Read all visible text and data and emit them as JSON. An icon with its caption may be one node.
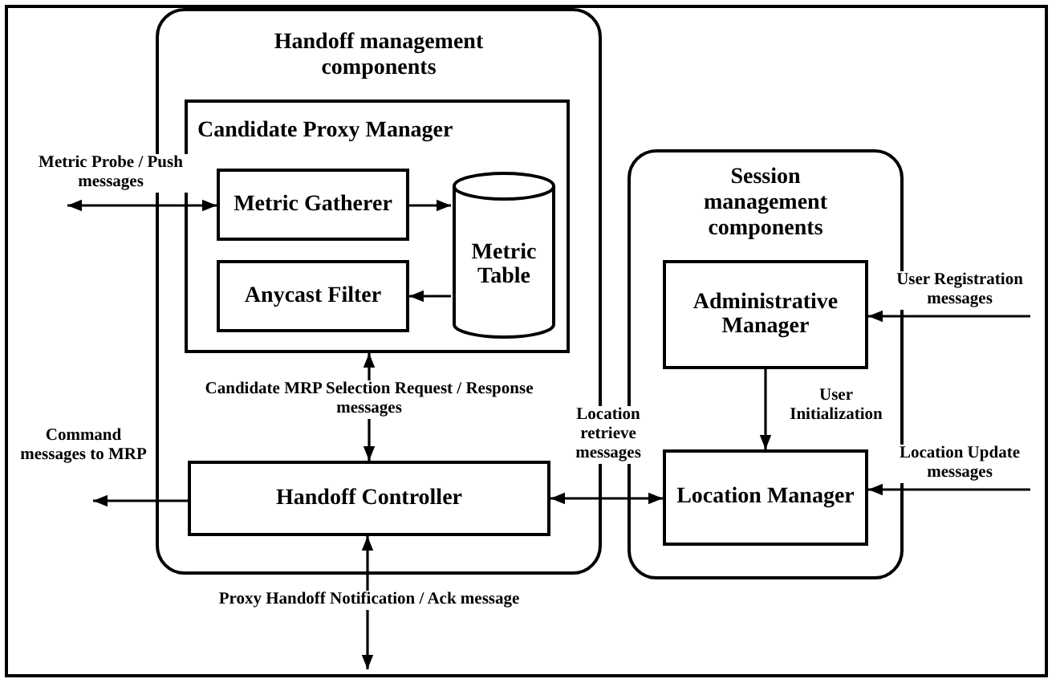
{
  "diagram": {
    "nodes": [
      {
        "text": [
          "Handoff management components"
        ]
      },
      {
        "text": [
          "Candidate Proxy Manager"
        ],
        "in": 0
      },
      {
        "text": [
          "Metric Gatherer"
        ],
        "in": 1
      },
      {
        "text": [
          "Anycast Filter"
        ],
        "in": 1
      },
      {
        "text": [
          "Metric Table"
        ],
        "in": 1
      },
      {
        "text": [
          "Handoff Controller"
        ],
        "in": 0
      },
      {
        "text": [
          "Session management components"
        ]
      },
      {
        "text": [
          "Administrative Manager"
        ],
        "in": 6
      },
      {
        "text": [
          "Location Manager"
        ],
        "in": 6
      }
    ],
    "edges": [
      {
        "from": null,
        "to": 2,
        "arrow": "both",
        "label": "Metric Probe / Push messages"
      },
      {
        "from": 2,
        "to": 4,
        "arrow": "to"
      },
      {
        "from": 4,
        "to": 3,
        "arrow": "to"
      },
      {
        "from": 1,
        "to": 5,
        "arrow": "both",
        "label": "Candidate MRP Selection Request / Response messages"
      },
      {
        "from": 5,
        "to": null,
        "arrow": "to",
        "label": "Command messages to MRP"
      },
      {
        "from": 5,
        "to": 8,
        "arrow": "both",
        "label": "Location retrieve messages"
      },
      {
        "from": 7,
        "to": 8,
        "arrow": "to",
        "label": "User Initialization"
      },
      {
        "from": null,
        "to": 7,
        "arrow": "to",
        "label": "User Registration messages"
      },
      {
        "from": null,
        "to": 8,
        "arrow": "to",
        "label": "Location Update messages"
      },
      {
        "from": null,
        "to": 5,
        "arrow": "both",
        "label": "Proxy Handoff Notification / Ack message"
      }
    ]
  }
}
